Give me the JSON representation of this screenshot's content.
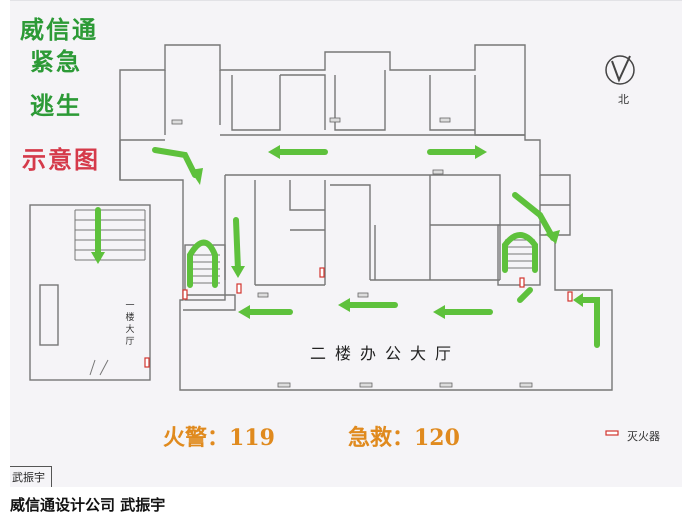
{
  "map": {
    "title": [
      "威信通",
      "紧急",
      "逃生",
      "示意图"
    ],
    "north_label": "北",
    "hall_label": "二楼办公大厅",
    "first_floor_hall": "一楼大厅",
    "fire_phone": "火警：119",
    "emergency_phone": "急救：120",
    "legend": {
      "symbol": "extinguisher-icon",
      "label": "灭火器"
    },
    "signature": "武振宇"
  },
  "caption": "威信通设计公司 武振宇",
  "colors": {
    "paper": "#f5f4f7",
    "title_green": "#2c9a36",
    "title_red": "#d53a4a",
    "arrow_green": "#5ec13c",
    "phone_orange": "#e08a1e",
    "extinguisher_red": "#d2352e"
  }
}
